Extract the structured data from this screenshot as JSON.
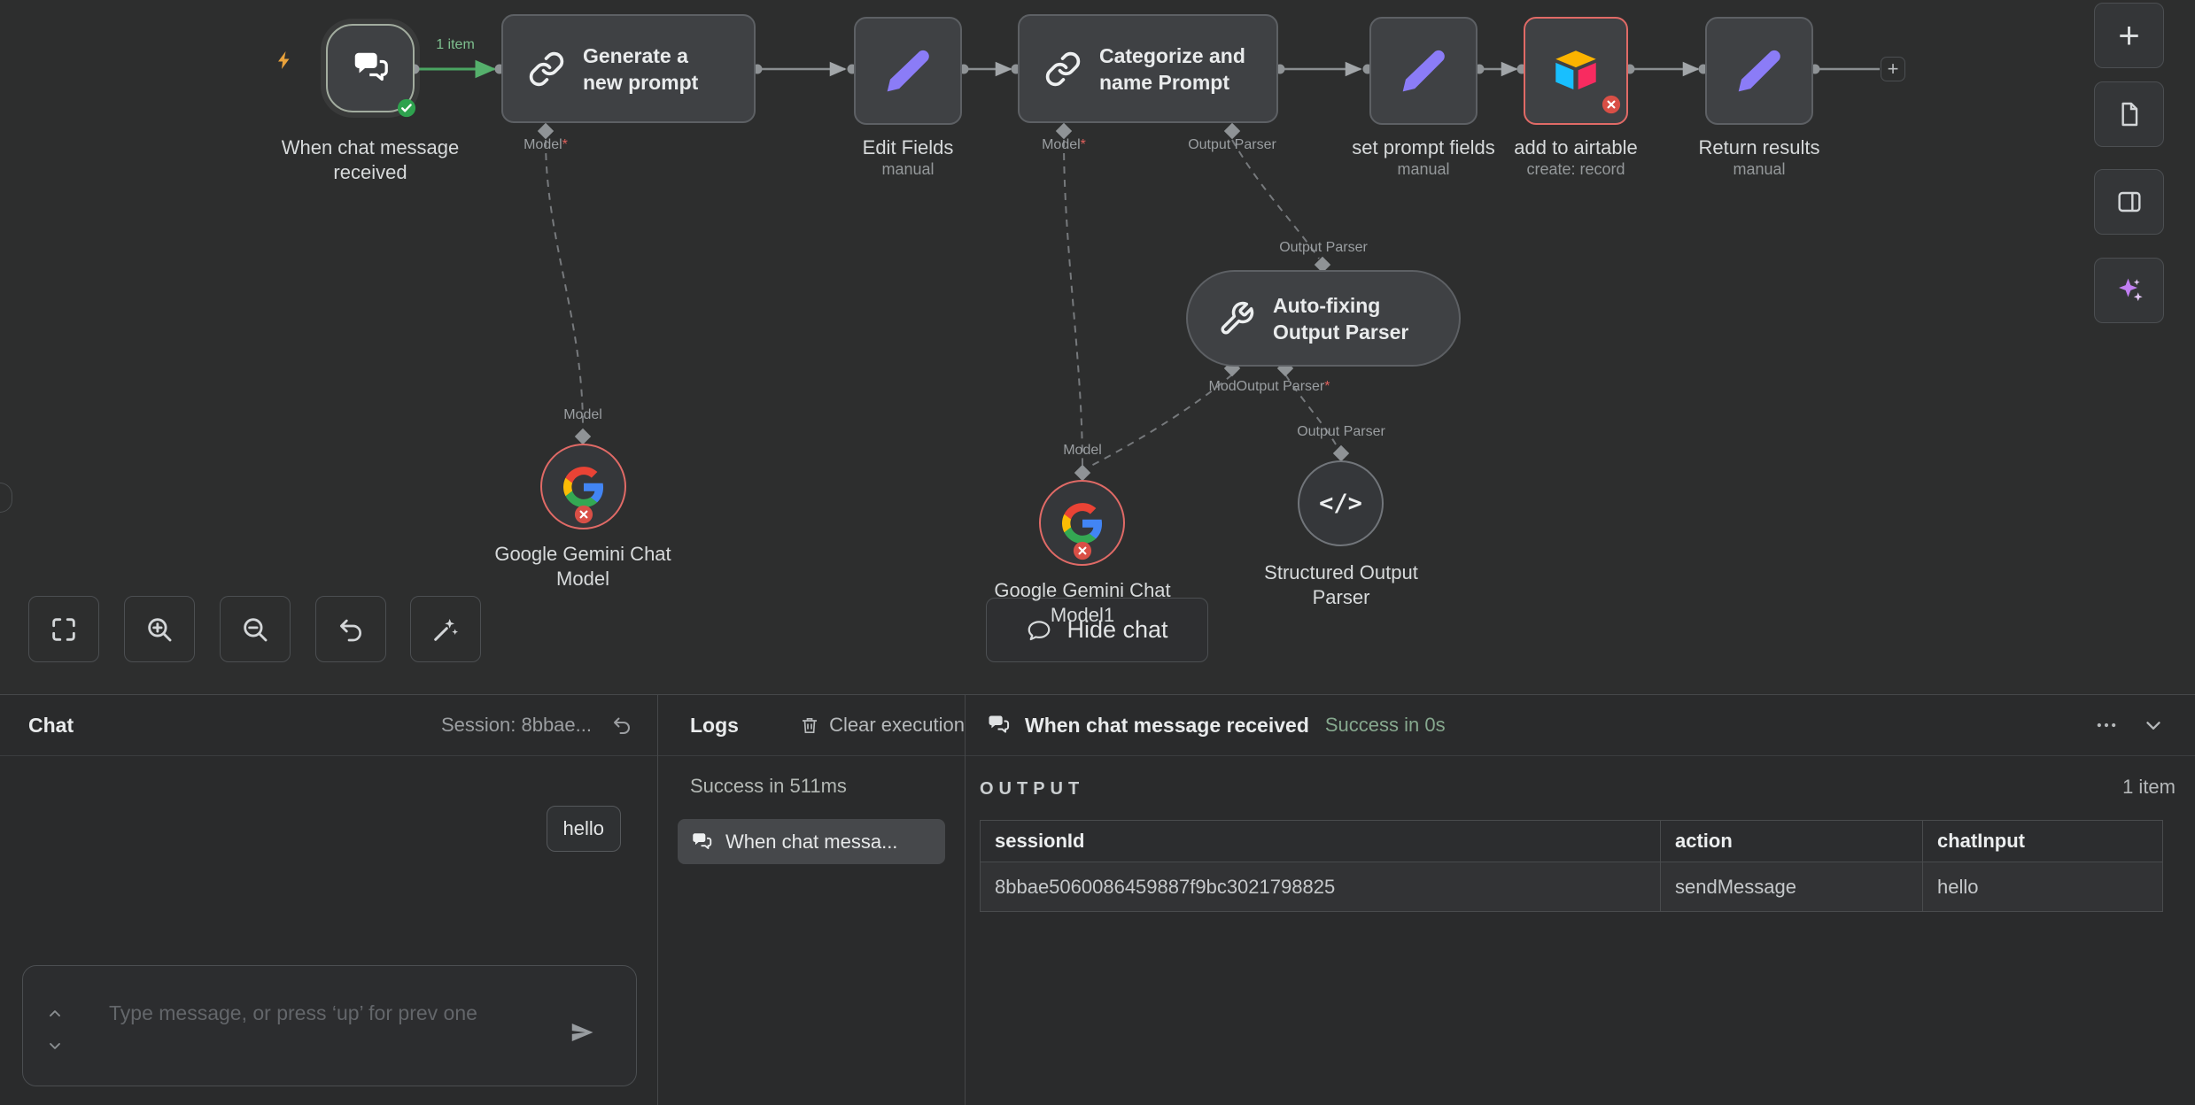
{
  "glyphs": {
    "plus": "+",
    "code": "</>",
    "asterisk": "*"
  },
  "canvas": {
    "connection_items": "1 item",
    "trigger": {
      "label": "When chat message received"
    },
    "generate_prompt": {
      "title": "Generate a new prompt",
      "model_port": "Model"
    },
    "edit_fields": {
      "label": "Edit Fields",
      "subtitle": "manual"
    },
    "categorize": {
      "title": "Categorize and name Prompt",
      "model_port": "Model",
      "parser_port": "Output Parser"
    },
    "set_prompt_fields": {
      "label": "set prompt fields",
      "subtitle": "manual"
    },
    "add_to_airtable": {
      "label": "add to airtable",
      "subtitle": "create: record"
    },
    "return_results": {
      "label": "Return results",
      "subtitle": "manual"
    },
    "auto_fixing_parser": {
      "title": "Auto-fixing Output Parser",
      "top_port": "Output Parser",
      "bottom_ports": "ModOutput Parser"
    },
    "gemini_model": {
      "label": "Google Gemini Chat Model",
      "port": "Model"
    },
    "gemini_model1": {
      "label": "Google Gemini Chat Model1",
      "port": "Model"
    },
    "structured_parser": {
      "label": "Structured Output Parser",
      "port": "Output Parser"
    },
    "hide_chat_label": "Hide chat"
  },
  "chat": {
    "title": "Chat",
    "session": "Session: 8bbae...",
    "message": "hello",
    "placeholder": "Type message, or press ‘up’ for prev one"
  },
  "logs": {
    "title": "Logs",
    "clear_label": "Clear execution",
    "status": "Success in 511ms",
    "entry": "When chat messa..."
  },
  "output": {
    "node_title": "When chat message received",
    "status": "Success in 0s",
    "section_label": "OUTPUT",
    "items_count": "1 item",
    "table": {
      "headers": [
        "sessionId",
        "action",
        "chatInput"
      ],
      "rows": [
        [
          "8bbae5060086459887f9bc3021798825",
          "sendMessage",
          "hello"
        ]
      ]
    }
  }
}
